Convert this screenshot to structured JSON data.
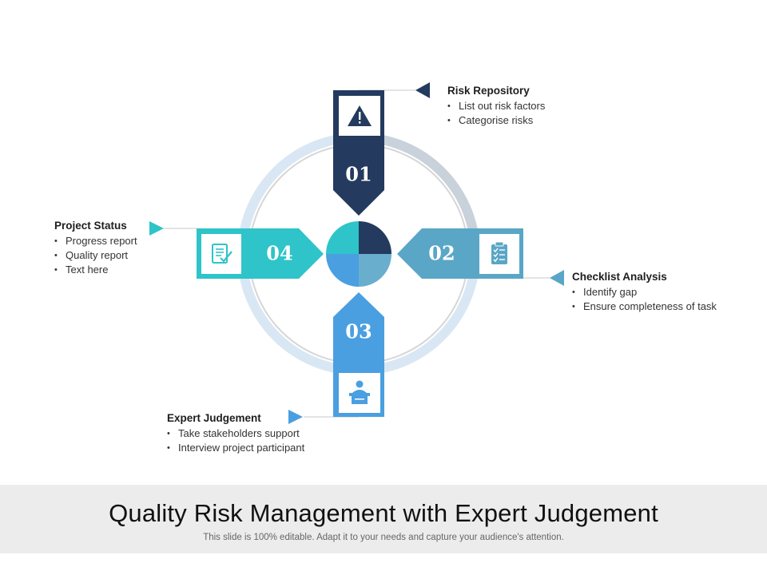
{
  "colors": {
    "navy": "#243a5e",
    "teal": "#2ec4c9",
    "steel_blue": "#5aa6c6",
    "sky_blue": "#4a9fe0",
    "ring_light": "#d8e7f3",
    "ring_grey": "#c9d1da"
  },
  "steps": [
    {
      "id": "01",
      "label": "01",
      "icon": "warning-triangle-icon",
      "title": "Risk Repository",
      "bullets": [
        "List out risk factors",
        "Categorise risks"
      ]
    },
    {
      "id": "02",
      "label": "02",
      "icon": "clipboard-checklist-icon",
      "title": "Checklist Analysis",
      "bullets": [
        "Identify gap",
        "Ensure completeness of task"
      ]
    },
    {
      "id": "03",
      "label": "03",
      "icon": "speaker-podium-icon",
      "title": "Expert Judgement",
      "bullets": [
        "Take stakeholders support",
        "Interview project participant"
      ]
    },
    {
      "id": "04",
      "label": "04",
      "icon": "report-document-icon",
      "title": "Project Status",
      "bullets": [
        "Progress report",
        "Quality report",
        "Text here"
      ]
    }
  ],
  "footer": {
    "title": "Quality Risk Management with Expert Judgement",
    "subtitle": "This slide is 100% editable. Adapt it to your needs and capture your audience's attention."
  }
}
